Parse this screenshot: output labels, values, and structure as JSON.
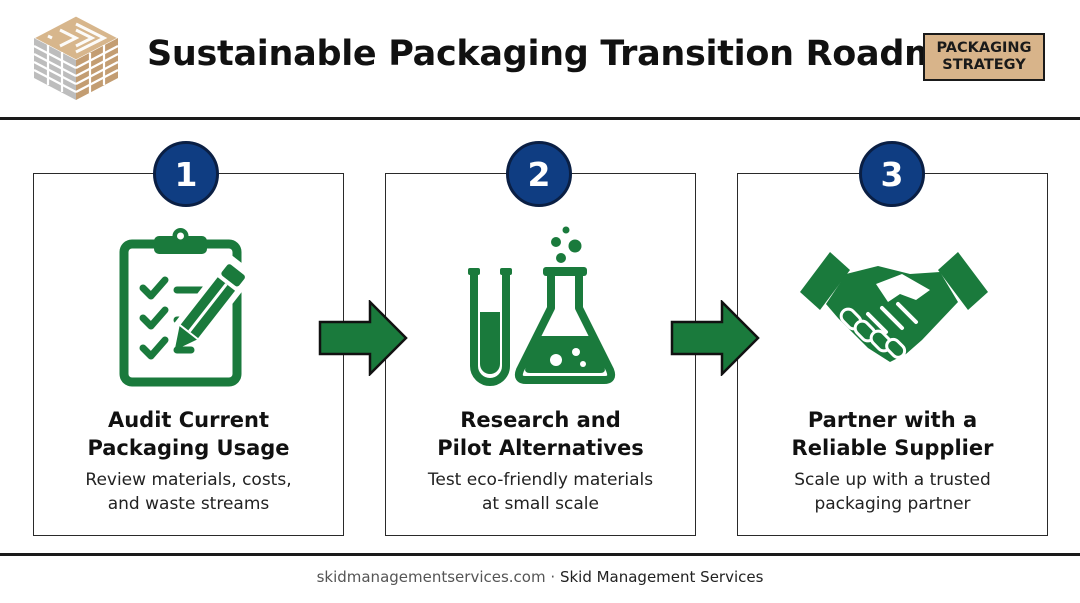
{
  "header": {
    "title": "Sustainable Packaging Transition Roadmap",
    "badge_line1": "PACKAGING",
    "badge_line2": "STRATEGY"
  },
  "steps": [
    {
      "number": "1",
      "icon": "clipboard-checklist-icon",
      "title_line1": "Audit Current",
      "title_line2": "Packaging Usage",
      "desc_line1": "Review materials, costs,",
      "desc_line2": "and waste streams"
    },
    {
      "number": "2",
      "icon": "lab-flask-icon",
      "title_line1": "Research and",
      "title_line2": "Pilot Alternatives",
      "desc_line1": "Test eco-friendly materials",
      "desc_line2": "at small scale"
    },
    {
      "number": "3",
      "icon": "handshake-icon",
      "title_line1": "Partner with a",
      "title_line2": "Reliable Supplier",
      "desc_line1": "Scale up with a trusted",
      "desc_line2": "packaging partner"
    }
  ],
  "footer": {
    "site": "skidmanagementservices.com",
    "separator": "·",
    "company": "Skid Management Services"
  },
  "colors": {
    "green": "#1a7a3c",
    "navy": "#0f3d82",
    "badge_tan": "#d8b48a",
    "logo_tan": "#c9a47a",
    "logo_gray": "#b8b8b8"
  }
}
